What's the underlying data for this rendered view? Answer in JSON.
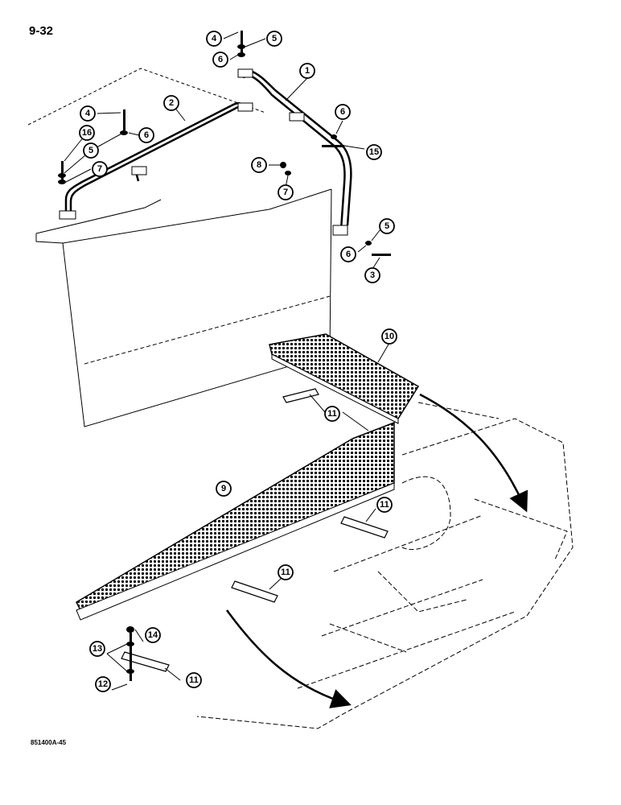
{
  "page_number": "9-32",
  "figure_code": "851400A-45",
  "parts": {
    "handrail_rear": "1",
    "handrail_side": "2",
    "bolt_long": "3",
    "bolt_short": "4",
    "washer_lock": "5",
    "washer_flat": "6",
    "washer_7": "7",
    "nut_8": "8",
    "step_front": "9",
    "step_rear": "10",
    "bracket": "11",
    "bolt_12": "12",
    "washer_13": "13",
    "nut_14": "14",
    "bolt_15": "15",
    "bolt_16": "16"
  }
}
